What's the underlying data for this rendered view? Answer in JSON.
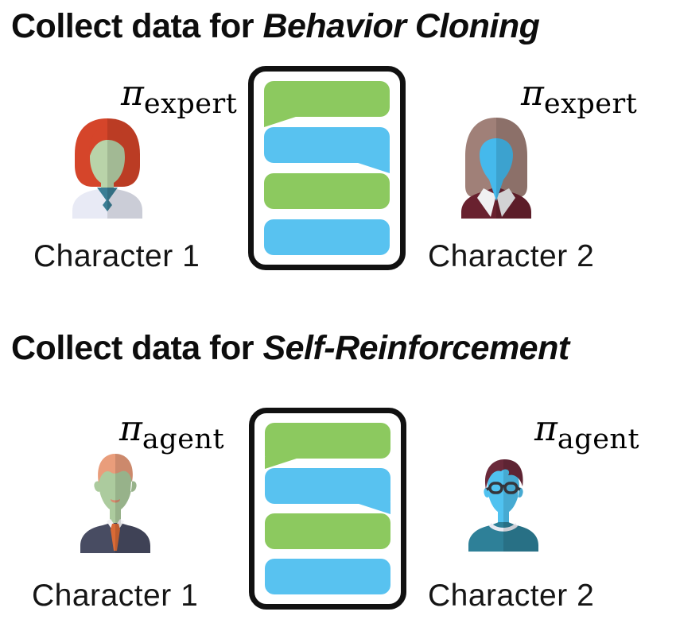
{
  "colors": {
    "bubble_green": "#8CC95F",
    "bubble_blue": "#58C2F0",
    "chat_border": "#111111",
    "text_color": "#111111",
    "avatar1_hair_red": "#D5452A",
    "avatar1_face_green": "#B9D3A9",
    "avatar1_shirt_lavender": "#E8EAF5",
    "avatar1_collar_teal": "#3B7E95",
    "avatar2_hair_brown": "#A08078",
    "avatar2_face_blue": "#45B9EC",
    "avatar2_jacket_maroon": "#69212F",
    "avatar3_hair_salmon": "#E99D7B",
    "avatar3_face_green": "#ACCB9E",
    "avatar3_suit_slate": "#484C62",
    "avatar3_tie_orange": "#D96A36",
    "avatar4_hair_maroon": "#6B2A3B",
    "avatar4_face_blue": "#50C2F0",
    "avatar4_sweater_teal": "#2E8098"
  },
  "panels": [
    {
      "id": "behavior-cloning",
      "title": {
        "prefix": "Collect data for ",
        "emphasis": "Behavior Cloning"
      },
      "left": {
        "policy": {
          "symbol": "π",
          "subscript": "expert"
        },
        "name": "Character 1",
        "avatar": "woman-red-bob-avatar"
      },
      "right": {
        "policy": {
          "symbol": "π",
          "subscript": "expert"
        },
        "name": "Character 2",
        "avatar": "woman-long-brown-hair-avatar"
      },
      "chat": {
        "bubbles": [
          {
            "color": "green",
            "tail": "bottom-left"
          },
          {
            "color": "blue",
            "tail": "bottom-right"
          },
          {
            "color": "green",
            "tail": "none"
          },
          {
            "color": "blue",
            "tail": "none"
          }
        ]
      }
    },
    {
      "id": "self-reinforcement",
      "title": {
        "prefix": "Collect data for ",
        "emphasis": "Self-Reinforcement"
      },
      "left": {
        "policy": {
          "symbol": "π",
          "subscript": "agent"
        },
        "name": "Character 1",
        "avatar": "man-suit-tie-avatar"
      },
      "right": {
        "policy": {
          "symbol": "π",
          "subscript": "agent"
        },
        "name": "Character 2",
        "avatar": "man-glasses-avatar"
      },
      "chat": {
        "bubbles": [
          {
            "color": "green",
            "tail": "bottom-left"
          },
          {
            "color": "blue",
            "tail": "bottom-right"
          },
          {
            "color": "green",
            "tail": "none"
          },
          {
            "color": "blue",
            "tail": "none"
          }
        ]
      }
    }
  ]
}
